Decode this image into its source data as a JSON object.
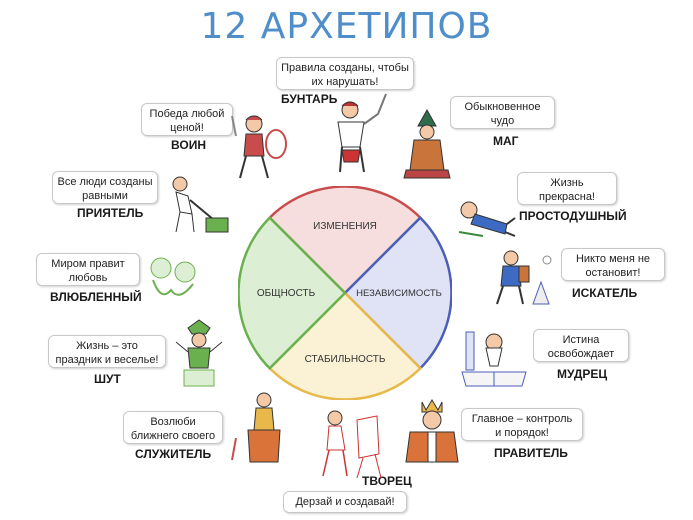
{
  "title": "12 АРХЕТИПОВ",
  "wheel": {
    "top": "ИЗМЕНЕНИЯ",
    "left": "ОБЩНОСТЬ",
    "right": "НЕЗАВИСИМОСТЬ",
    "bottom": "СТАБИЛЬНОСТЬ",
    "colors": {
      "top": "#f6dede",
      "left": "#dcefd4",
      "right": "#dfe3f5",
      "bottom": "#fbf2d6"
    },
    "strokes": {
      "top": "#c94c4c",
      "left": "#6bb04e",
      "right": "#4c5fb8",
      "bottom": "#e8b84a"
    }
  },
  "archetypes": {
    "rebel": {
      "name": "БУНТАРЬ",
      "quote": [
        "Правила созданы, чтобы",
        "их нарушать!"
      ]
    },
    "magician": {
      "name": "МАГ",
      "quote": [
        "Обыкновенное",
        "чудо"
      ]
    },
    "innocent": {
      "name": "ПРОСТОДУШНЫЙ",
      "quote": [
        "Жизнь",
        "прекрасна!"
      ]
    },
    "explorer": {
      "name": "ИСКАТЕЛЬ",
      "quote": [
        "Никто меня не",
        "остановит!"
      ]
    },
    "sage": {
      "name": "МУДРЕЦ",
      "quote": [
        "Истина",
        "освобождает"
      ]
    },
    "ruler": {
      "name": "ПРАВИТЕЛЬ",
      "quote": [
        "Главное – контроль",
        "и порядок!"
      ]
    },
    "creator": {
      "name": "ТВОРЕЦ",
      "quote": [
        "Дерзай и создавай!"
      ]
    },
    "caregiver": {
      "name": "СЛУЖИТЕЛЬ",
      "quote": [
        "Возлюби",
        "ближнего своего"
      ]
    },
    "jester": {
      "name": "ШУТ",
      "quote": [
        "Жизнь – это",
        "праздник и веселье!"
      ]
    },
    "lover": {
      "name": "ВЛЮБЛЕННЫЙ",
      "quote": [
        "Миром правит",
        "любовь"
      ]
    },
    "everyman": {
      "name": "ПРИЯТЕЛЬ",
      "quote": [
        "Все люди созданы",
        "равными"
      ]
    },
    "warrior": {
      "name": "ВОИН",
      "quote": [
        "Победа любой",
        "ценой!"
      ]
    }
  }
}
